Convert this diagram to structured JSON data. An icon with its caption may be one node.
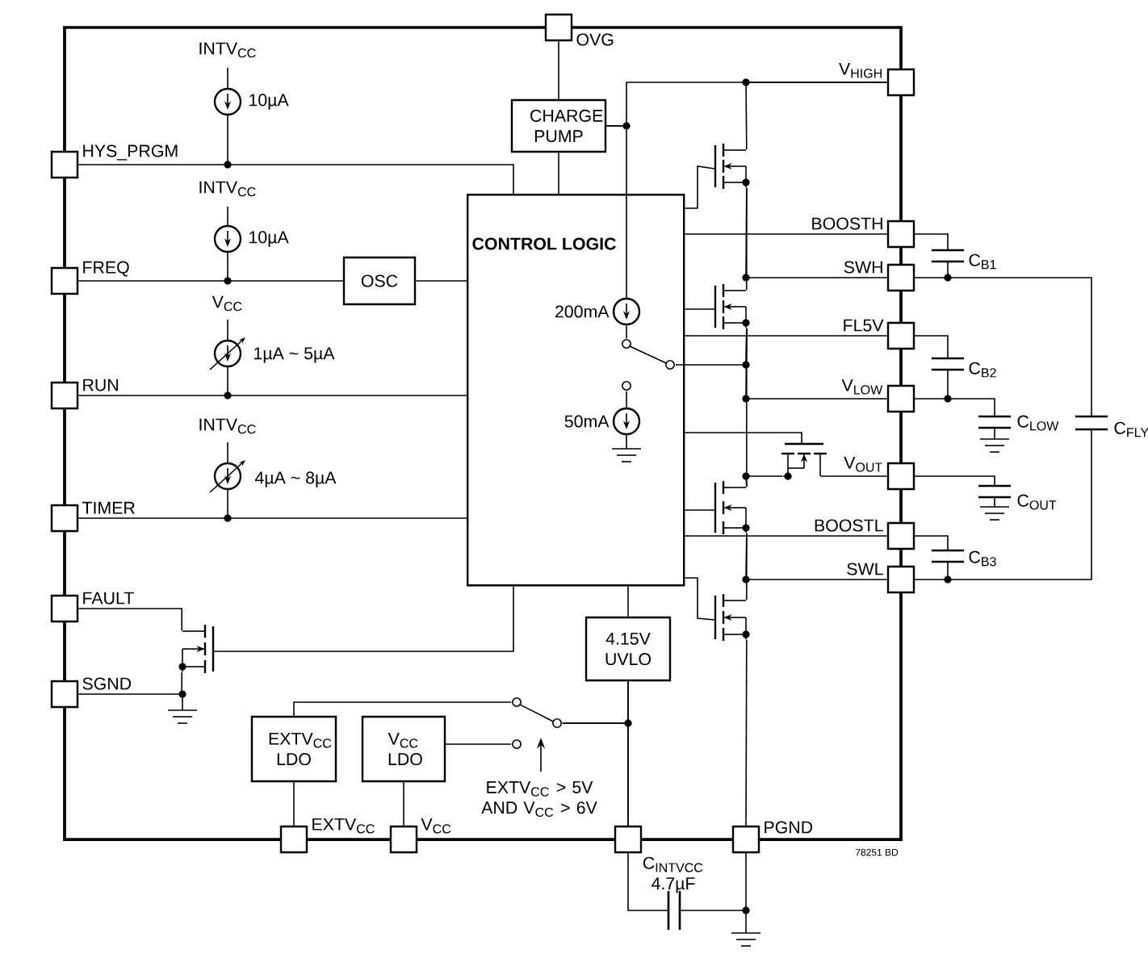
{
  "diagram": {
    "nodes": [
      {
        "text": [
          "OVG"
        ]
      },
      {
        "text": [
          "CHARGE PUMP"
        ]
      },
      {
        "text": [
          "V$_{HIGH}$"
        ]
      },
      {
        "text": [
          "HYS_PRGM"
        ]
      },
      {
        "text": [
          "CONTROL LOGIC"
        ]
      },
      {
        "text": [
          "BOOSTH"
        ]
      },
      {
        "text": [
          "SWH"
        ]
      },
      {
        "text": [
          "FREQ"
        ]
      },
      {
        "text": [
          "OSC"
        ]
      },
      {
        "text": [
          "FL5V"
        ]
      },
      {
        "text": [
          "RUN"
        ]
      },
      {
        "text": [
          "V$_{LOW}$"
        ]
      },
      {
        "text": [
          "V$_{OUT}$"
        ]
      },
      {
        "text": [
          "TIMER"
        ]
      },
      {
        "text": [
          "BOOSTL"
        ]
      },
      {
        "text": [
          "SWL"
        ]
      },
      {
        "text": [
          "FAULT"
        ]
      },
      {
        "text": [
          "SGND"
        ]
      },
      {
        "text": [
          "4.15V UVLO"
        ]
      },
      {
        "text": [
          "EXTV$_{CC}$ LDO"
        ]
      },
      {
        "text": [
          "V$_{CC}$ LDO"
        ]
      },
      {
        "text": [
          "EXTV$_{CC}$"
        ]
      },
      {
        "text": [
          "V$_{CC}$"
        ]
      },
      {
        "text": [],
        "shape": "box"
      },
      {
        "text": [
          "PGND"
        ]
      },
      {
        "text": [],
        "shape": "transistor"
      },
      {
        "text": [],
        "shape": "circle",
        "in": 4
      },
      {
        "text": [],
        "shape": "transistor"
      },
      {
        "text": [],
        "shape": "switch",
        "in": 4
      },
      {
        "text": [],
        "shape": "circle",
        "in": 4
      },
      {
        "text": [],
        "shape": "transistor"
      },
      {
        "text": [],
        "shape": "transistor"
      },
      {
        "text": [],
        "shape": "transistor"
      },
      {
        "text": [],
        "shape": "transistor"
      },
      {
        "text": [],
        "shape": "switch"
      }
    ],
    "edges": [
      {
        "from": 0,
        "to": 1,
        "arrow": "none"
      },
      {
        "from": 1,
        "to": 4,
        "arrow": "none"
      },
      {
        "from": 3,
        "to": 4,
        "arrow": "none"
      },
      {
        "from": 7,
        "to": 8,
        "arrow": "none"
      },
      {
        "from": 8,
        "to": 4,
        "arrow": "none"
      },
      {
        "from": 10,
        "to": 4,
        "arrow": "none"
      },
      {
        "from": 13,
        "to": 4,
        "arrow": "none"
      },
      {
        "from": 5,
        "to": 4,
        "arrow": "none"
      },
      {
        "from": 9,
        "to": 4,
        "arrow": "none"
      },
      {
        "from": 14,
        "to": 4,
        "arrow": "none"
      },
      {
        "from": 4,
        "to": 18,
        "arrow": "none"
      },
      {
        "from": 18,
        "to": 23,
        "arrow": "none"
      },
      {
        "from": 19,
        "to": 21,
        "arrow": "none"
      },
      {
        "from": 20,
        "to": 22,
        "arrow": "none"
      },
      {
        "from": 2,
        "to": 1,
        "arrow": "none"
      },
      {
        "from": 2,
        "to": 25,
        "arrow": "none"
      },
      {
        "from": 1,
        "to": 26,
        "arrow": "none"
      },
      {
        "from": 26,
        "to": 28,
        "arrow": "none"
      },
      {
        "from": 29,
        "to": 28,
        "arrow": "none"
      },
      {
        "from": 28,
        "to": 27,
        "arrow": "none"
      },
      {
        "from": 4,
        "to": 25,
        "arrow": "none"
      },
      {
        "from": 6,
        "to": 25,
        "arrow": "none"
      },
      {
        "from": 25,
        "to": 27,
        "arrow": "none"
      },
      {
        "from": 4,
        "to": 27,
        "arrow": "none"
      },
      {
        "from": 11,
        "to": 27,
        "arrow": "none"
      },
      {
        "from": 27,
        "to": 31,
        "arrow": "none"
      },
      {
        "from": 4,
        "to": 30,
        "arrow": "none"
      },
      {
        "from": 30,
        "to": 31,
        "arrow": "none"
      },
      {
        "from": 30,
        "to": 12,
        "arrow": "none"
      },
      {
        "from": 4,
        "to": 31,
        "arrow": "none"
      },
      {
        "from": 15,
        "to": 31,
        "arrow": "none"
      },
      {
        "from": 31,
        "to": 32,
        "arrow": "none"
      },
      {
        "from": 4,
        "to": 32,
        "arrow": "none"
      },
      {
        "from": 32,
        "to": 24,
        "arrow": "none"
      },
      {
        "from": 4,
        "to": 33,
        "arrow": "none"
      },
      {
        "from": 16,
        "to": 33,
        "arrow": "none"
      },
      {
        "from": 17,
        "to": 33,
        "arrow": "none"
      },
      {
        "from": 19,
        "to": 34,
        "arrow": "none"
      },
      {
        "from": 20,
        "to": 34,
        "arrow": "none"
      },
      {
        "from": 34,
        "to": 23,
        "arrow": "none"
      },
      {
        "from": 34,
        "to": 18,
        "arrow": "none"
      }
    ],
    "labels": [
      "INTV$_{CC}$",
      "10µA",
      "INTV$_{CC}$",
      "10µA",
      "V$_{CC}$",
      "1µA ~ 5µA",
      "200mA",
      "C$_{B1}$",
      "C$_{B2}$",
      "INTV$_{CC}$",
      "4µA ~ 8µA",
      "50mA",
      "C$_{LOW}$",
      "C$_{FLY}$",
      "C$_{OUT}$",
      "C$_{B3}$",
      "EXTV$_{CC}$ > 5V AND V$_{CC}$ > 6V",
      "C$_{INTVCC}$ 4.7µF",
      "78251 BD"
    ]
  }
}
